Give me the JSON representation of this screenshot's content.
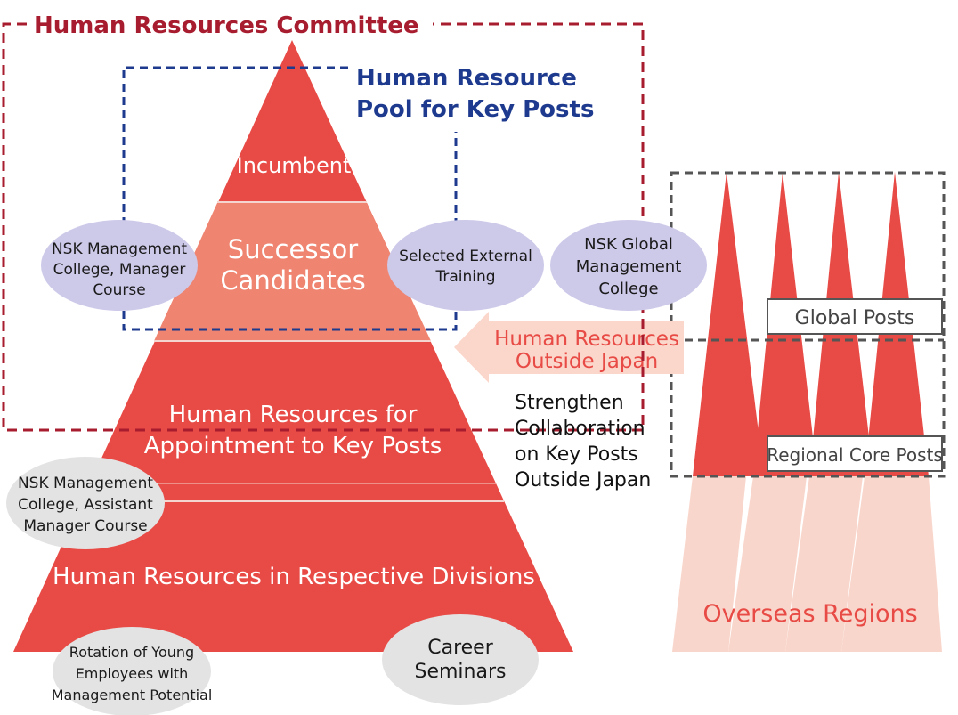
{
  "colors": {
    "red": "#e84a45",
    "salmon": "#ef8470",
    "pale": "#f9d6cb",
    "lavender": "#cdc9e9",
    "gray": "#e3e3e3",
    "committee": "#a71c2e",
    "pool": "#1d3a8e",
    "box": "#555555",
    "arrow": "#fbd6ca"
  },
  "committee": {
    "title": "Human Resources Committee"
  },
  "pool": {
    "line1": "Human Resource",
    "line2": "Pool for Key Posts"
  },
  "pyramid": {
    "incumbent": "Incumbent",
    "successor": {
      "line1": "Successor",
      "line2": "Candidates"
    },
    "appointment": {
      "line1": "Human Resources for",
      "line2": "Appointment to Key Posts"
    },
    "divisions": "Human Resources in Respective Divisions"
  },
  "ovals": {
    "manager_course": {
      "line1": "NSK Management",
      "line2": "College, Manager",
      "line3": "Course"
    },
    "external_training": {
      "line1": "Selected External",
      "line2": "Training"
    },
    "global_college": {
      "line1": "NSK Global",
      "line2": "Management",
      "line3": "College"
    },
    "assistant_course": {
      "line1": "NSK Management",
      "line2": "College, Assistant",
      "line3": "Manager Course"
    },
    "rotation": {
      "line1": "Rotation of Young",
      "line2": "Employees with",
      "line3": "Management Potential"
    },
    "career": {
      "line1": "Career",
      "line2": "Seminars"
    }
  },
  "arrow": {
    "line1": "Human Resources",
    "line2": "Outside Japan"
  },
  "strengthen": {
    "line1": "Strengthen",
    "line2": "Collaboration",
    "line3": "on Key Posts",
    "line4": "Outside Japan"
  },
  "overseas": {
    "global_posts": "Global Posts",
    "regional_core_posts": "Regional Core Posts",
    "label": "Overseas Regions"
  }
}
